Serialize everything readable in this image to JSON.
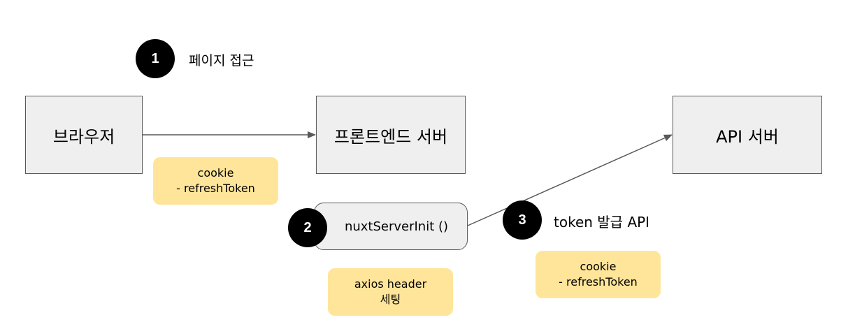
{
  "nodes": {
    "browser": "브라우저",
    "frontend_server": "프론트엔드 서버",
    "api_server": "API 서버",
    "server_init": "nuxtServerInit ()"
  },
  "steps": [
    {
      "number": "1",
      "label": "페이지 접근"
    },
    {
      "number": "2",
      "label": ""
    },
    {
      "number": "3",
      "label": "token 발급 API"
    }
  ],
  "notes": {
    "browser_cookie": [
      "cookie",
      "- refreshToken"
    ],
    "axios_header": [
      "axios header",
      "세팅"
    ],
    "token_cookie": [
      "cookie",
      "- refreshToken"
    ]
  },
  "colors": {
    "box_fill": "#efefef",
    "box_stroke": "#595959",
    "note_fill": "#ffe599",
    "badge_fill": "#000000",
    "arrow": "#595959"
  }
}
